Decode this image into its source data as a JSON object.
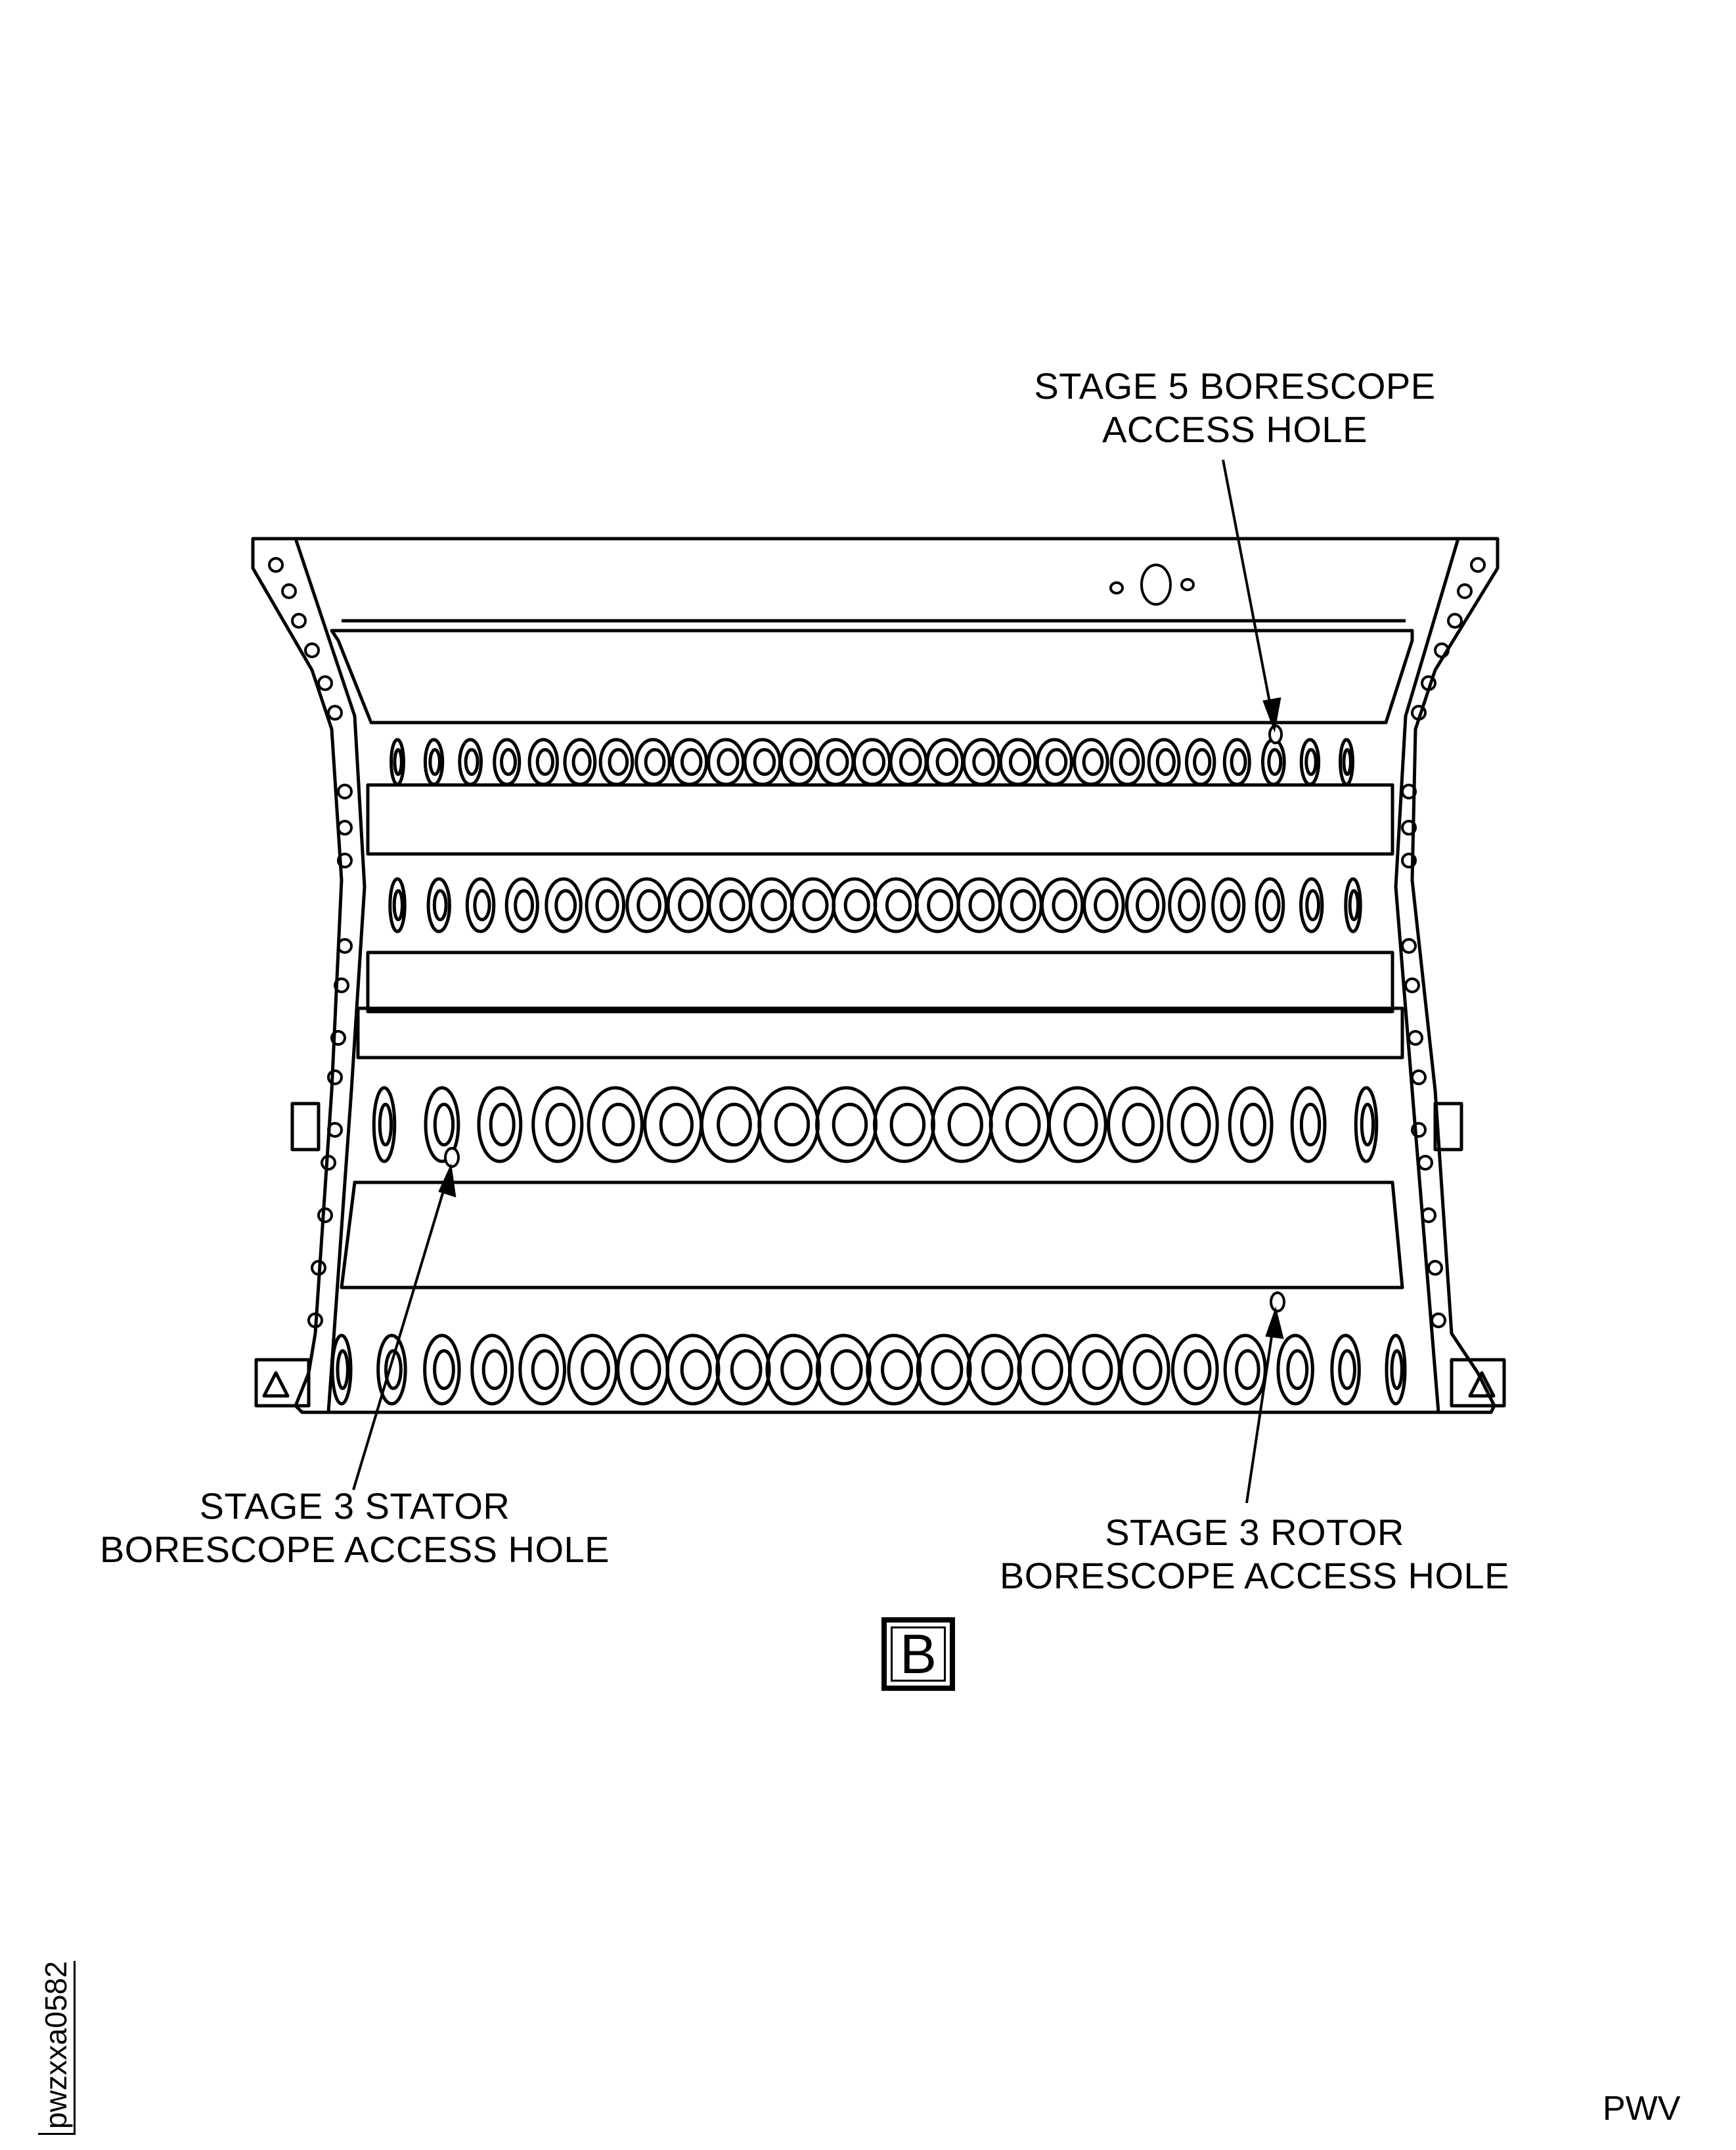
{
  "callouts": {
    "stage5": {
      "line1": "STAGE 5 BORESCOPE",
      "line2": "ACCESS HOLE"
    },
    "stage3_stator": {
      "line1": "STAGE 3 STATOR",
      "line2": "BORESCOPE ACCESS HOLE"
    },
    "stage3_rotor": {
      "line1": "STAGE 3 ROTOR",
      "line2": "BORESCOPE ACCESS HOLE"
    }
  },
  "view_label": "B",
  "drawing_id": "pwzxxa0582",
  "source_code": "PWV",
  "colors": {
    "ink": "#000000",
    "paper": "#ffffff"
  }
}
